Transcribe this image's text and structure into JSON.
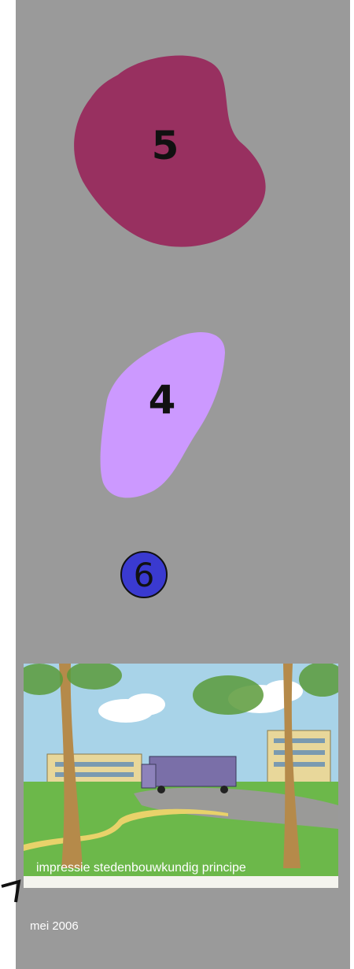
{
  "areas": [
    {
      "number": "5",
      "color": "#983060"
    },
    {
      "number": "4",
      "color": "#cc99ff"
    },
    {
      "number": "6",
      "color": "#3a3ad0"
    }
  ],
  "illustration": {
    "caption": "impressie stedenbouwkundig principe",
    "sky_color": "#a8d3e8",
    "grass_color": "#6cb84a",
    "tree_trunk_color": "#b58a4a",
    "truck_color": "#7a6fa8"
  },
  "footer": {
    "date": "mei 2006"
  },
  "colors": {
    "panel": "#9a9a9a",
    "page": "#ffffff"
  }
}
